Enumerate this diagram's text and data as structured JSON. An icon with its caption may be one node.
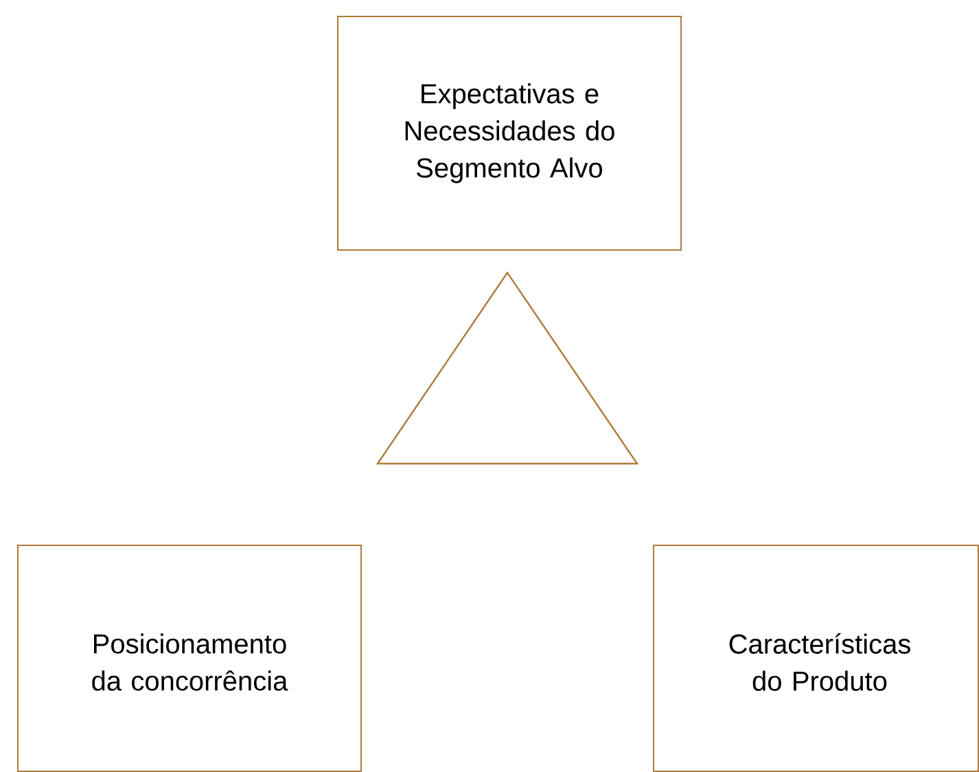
{
  "diagram": {
    "nodes": [
      {
        "text": [
          "Expectativas e Necessidades do Segmento Alvo"
        ]
      },
      {
        "text": [],
        "shape": "triangle"
      },
      {
        "text": [
          "Posicionamento da concorrência"
        ]
      },
      {
        "text": [
          "Características do Produto"
        ]
      }
    ]
  }
}
